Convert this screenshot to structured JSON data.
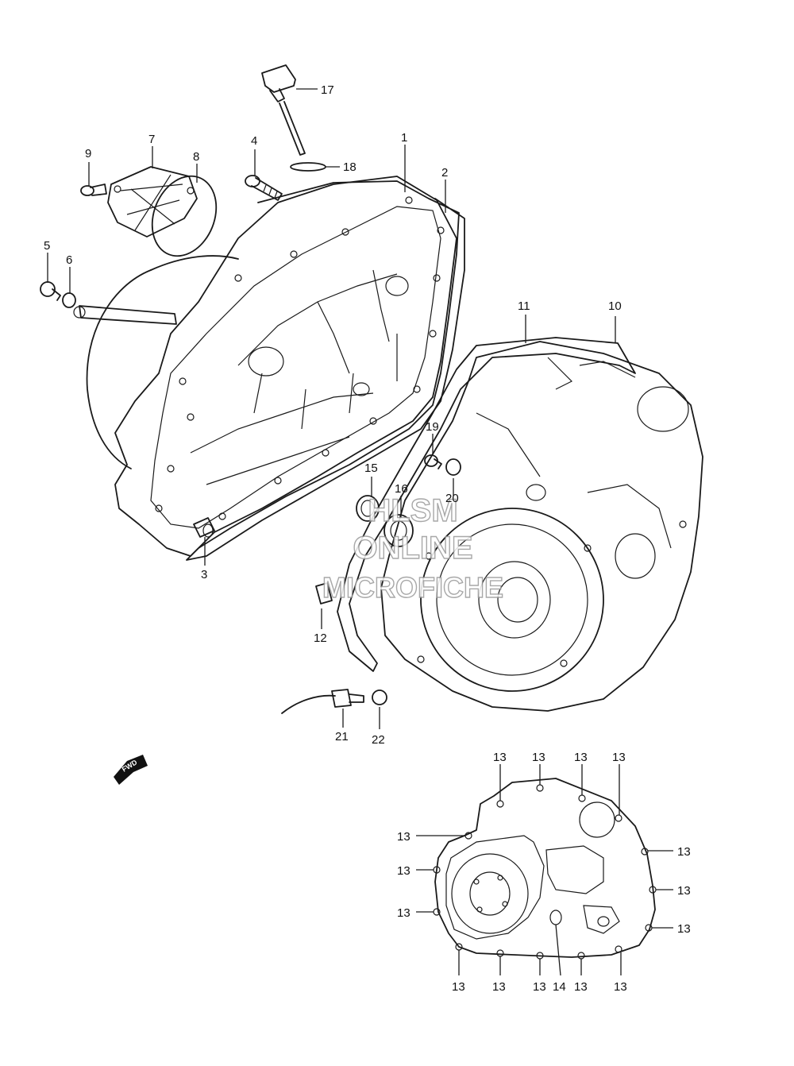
{
  "callouts": {
    "c1": "1",
    "c2": "2",
    "c3": "3",
    "c4": "4",
    "c5": "5",
    "c6": "6",
    "c7": "7",
    "c8": "8",
    "c9": "9",
    "c10": "10",
    "c11": "11",
    "c12": "12",
    "c14": "14",
    "c15": "15",
    "c16": "16",
    "c17": "17",
    "c18": "18",
    "c19": "19",
    "c20": "20",
    "c21": "21",
    "c22": "22",
    "c13": "13"
  },
  "watermark": {
    "line1": "HLSM",
    "line2": "ONLINE",
    "line3": "MICROFICHE"
  },
  "fwd_label": "FWD"
}
